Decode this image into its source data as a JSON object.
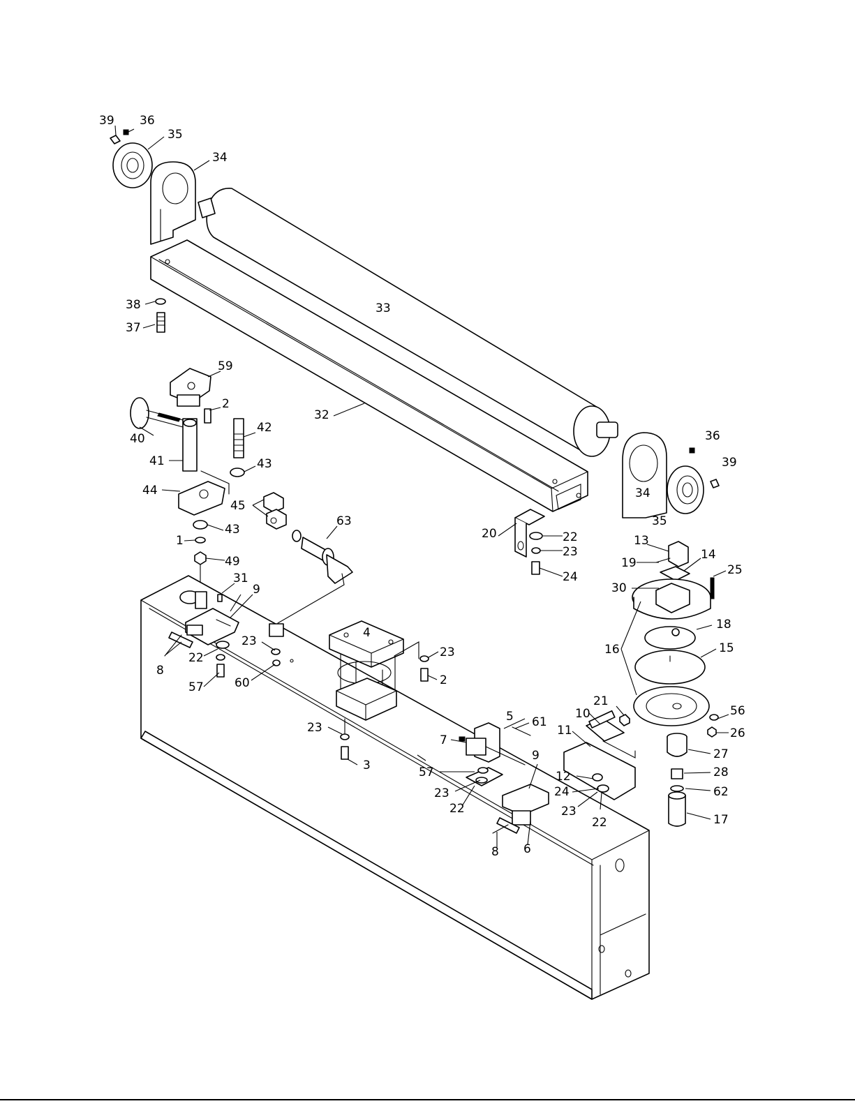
{
  "diagram": {
    "callouts": [
      "1",
      "2",
      "3",
      "4",
      "5",
      "6",
      "7",
      "8",
      "9",
      "10",
      "11",
      "12",
      "13",
      "14",
      "15",
      "16",
      "17",
      "18",
      "19",
      "20",
      "21",
      "22",
      "23",
      "24",
      "25",
      "26",
      "27",
      "28",
      "30",
      "31",
      "32",
      "33",
      "34",
      "35",
      "36",
      "37",
      "38",
      "39",
      "40",
      "41",
      "42",
      "43",
      "44",
      "45",
      "49",
      "56",
      "57",
      "59",
      "60",
      "61",
      "62",
      "63"
    ],
    "label_positions_note": ""
  }
}
